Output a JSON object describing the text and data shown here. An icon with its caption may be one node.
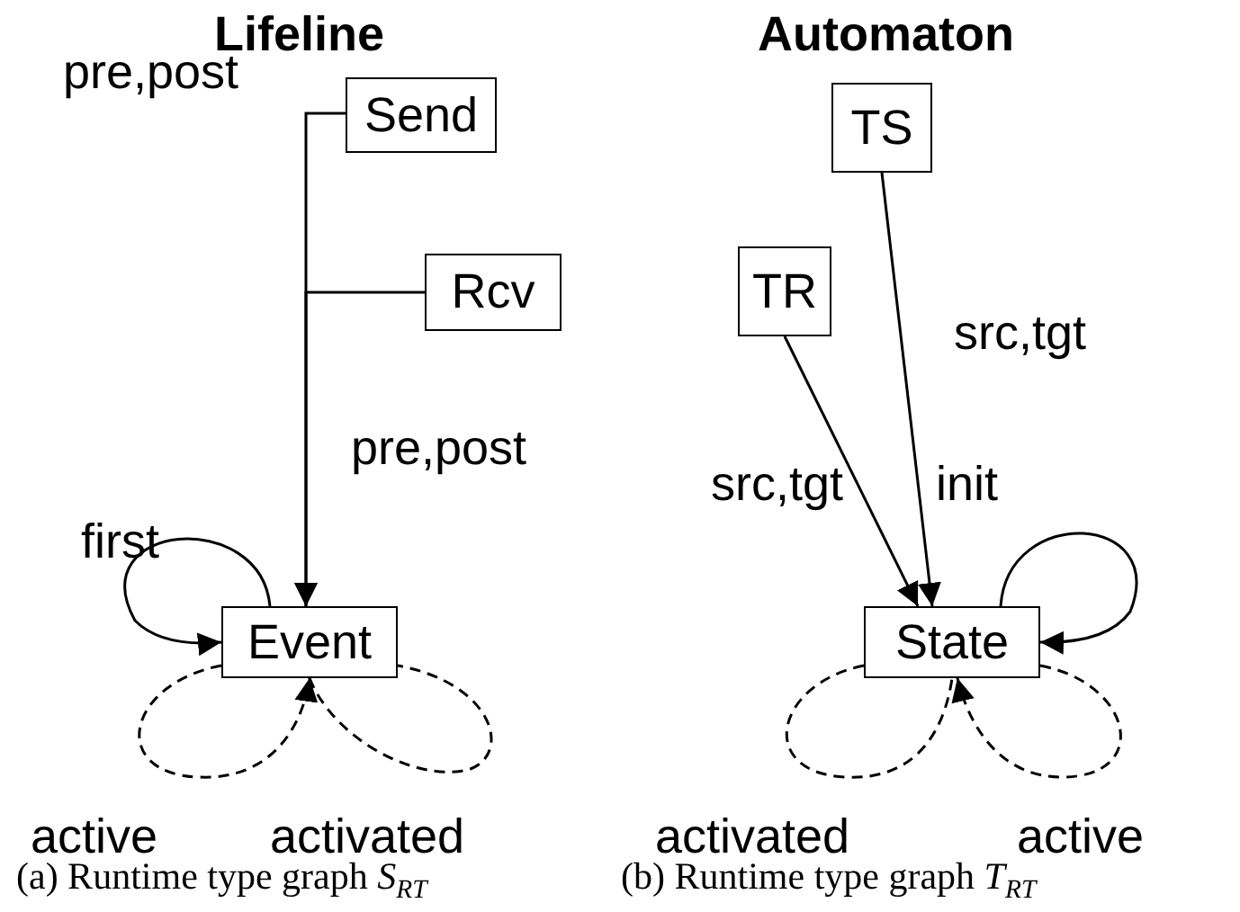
{
  "diagram": {
    "nodes": [
      {
        "text": [
          "Send"
        ]
      },
      {
        "text": [
          "Rcv"
        ]
      },
      {
        "text": [
          "Event"
        ]
      },
      {
        "text": [
          "TS"
        ]
      },
      {
        "text": [
          "TR"
        ]
      },
      {
        "text": [
          "State"
        ]
      }
    ],
    "edges": [
      {
        "from": 0,
        "to": 2,
        "arrow": "to",
        "label": "pre,post"
      },
      {
        "from": 1,
        "to": 2,
        "arrow": "to",
        "label": "pre,post"
      },
      {
        "from": 2,
        "to": 2,
        "arrow": "to",
        "label": "first"
      },
      {
        "from": 2,
        "to": 2,
        "arrow": "to",
        "label": "active",
        "style": "dashed"
      },
      {
        "from": 2,
        "to": 2,
        "arrow": "none",
        "label": "activated",
        "style": "dashed"
      },
      {
        "from": 3,
        "to": 5,
        "arrow": "to",
        "label": "src,tgt"
      },
      {
        "from": 4,
        "to": 5,
        "arrow": "to",
        "label": "src,tgt"
      },
      {
        "from": 5,
        "to": 5,
        "arrow": "to",
        "label": "init"
      },
      {
        "from": 5,
        "to": 5,
        "arrow": "none",
        "label": "activated",
        "style": "dashed"
      },
      {
        "from": 5,
        "to": 5,
        "arrow": "to",
        "label": "active",
        "style": "dashed"
      }
    ],
    "labels": [
      "Lifeline",
      "Automaton",
      "(a) Runtime type graph *S*$_{RT}$",
      "(b) Runtime type graph *T*$_{RT}$"
    ]
  }
}
